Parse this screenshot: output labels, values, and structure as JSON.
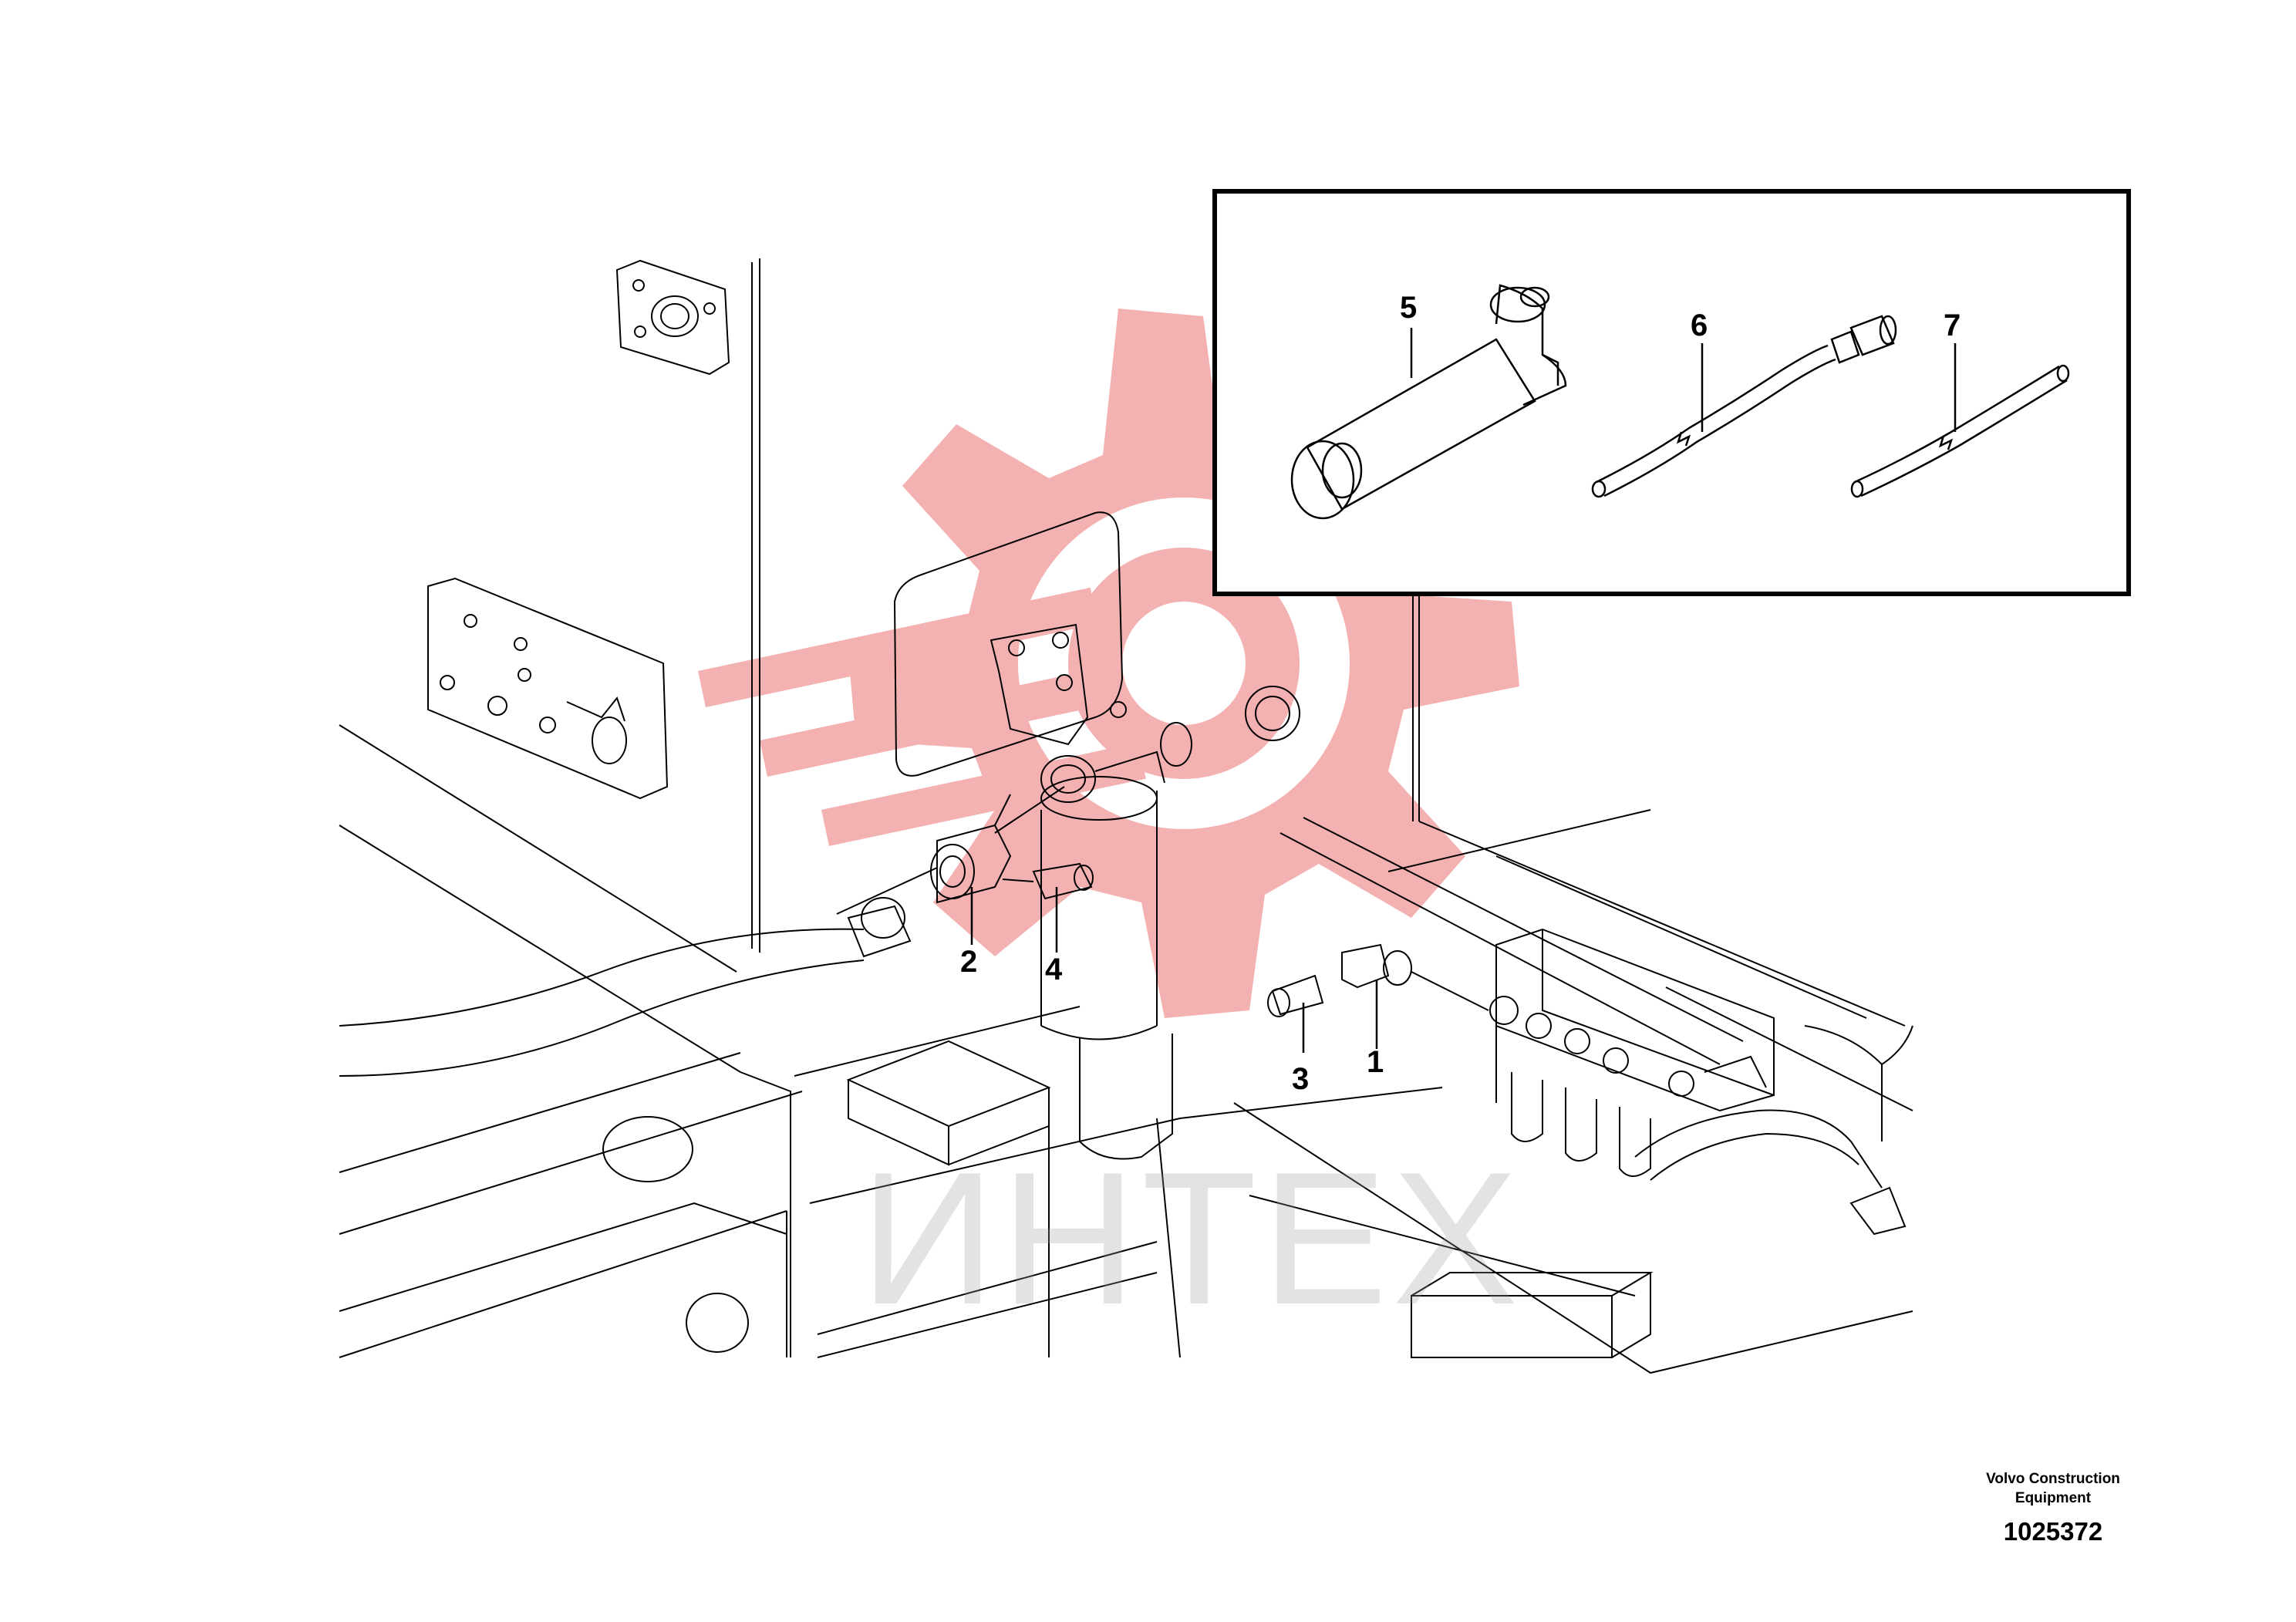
{
  "diagram": {
    "callouts": [
      {
        "id": "1",
        "label": "1"
      },
      {
        "id": "2",
        "label": "2"
      },
      {
        "id": "3",
        "label": "3"
      },
      {
        "id": "4",
        "label": "4"
      },
      {
        "id": "5",
        "label": "5"
      },
      {
        "id": "6",
        "label": "6"
      },
      {
        "id": "7",
        "label": "7"
      }
    ]
  },
  "watermark": {
    "text": "ИНТЕХ",
    "gear_color": "#f3a3a3"
  },
  "credit": {
    "line1": "Volvo Construction",
    "line2": "Equipment",
    "doc_number": "1025372"
  },
  "colors": {
    "line": "#000000",
    "background": "#ffffff"
  }
}
